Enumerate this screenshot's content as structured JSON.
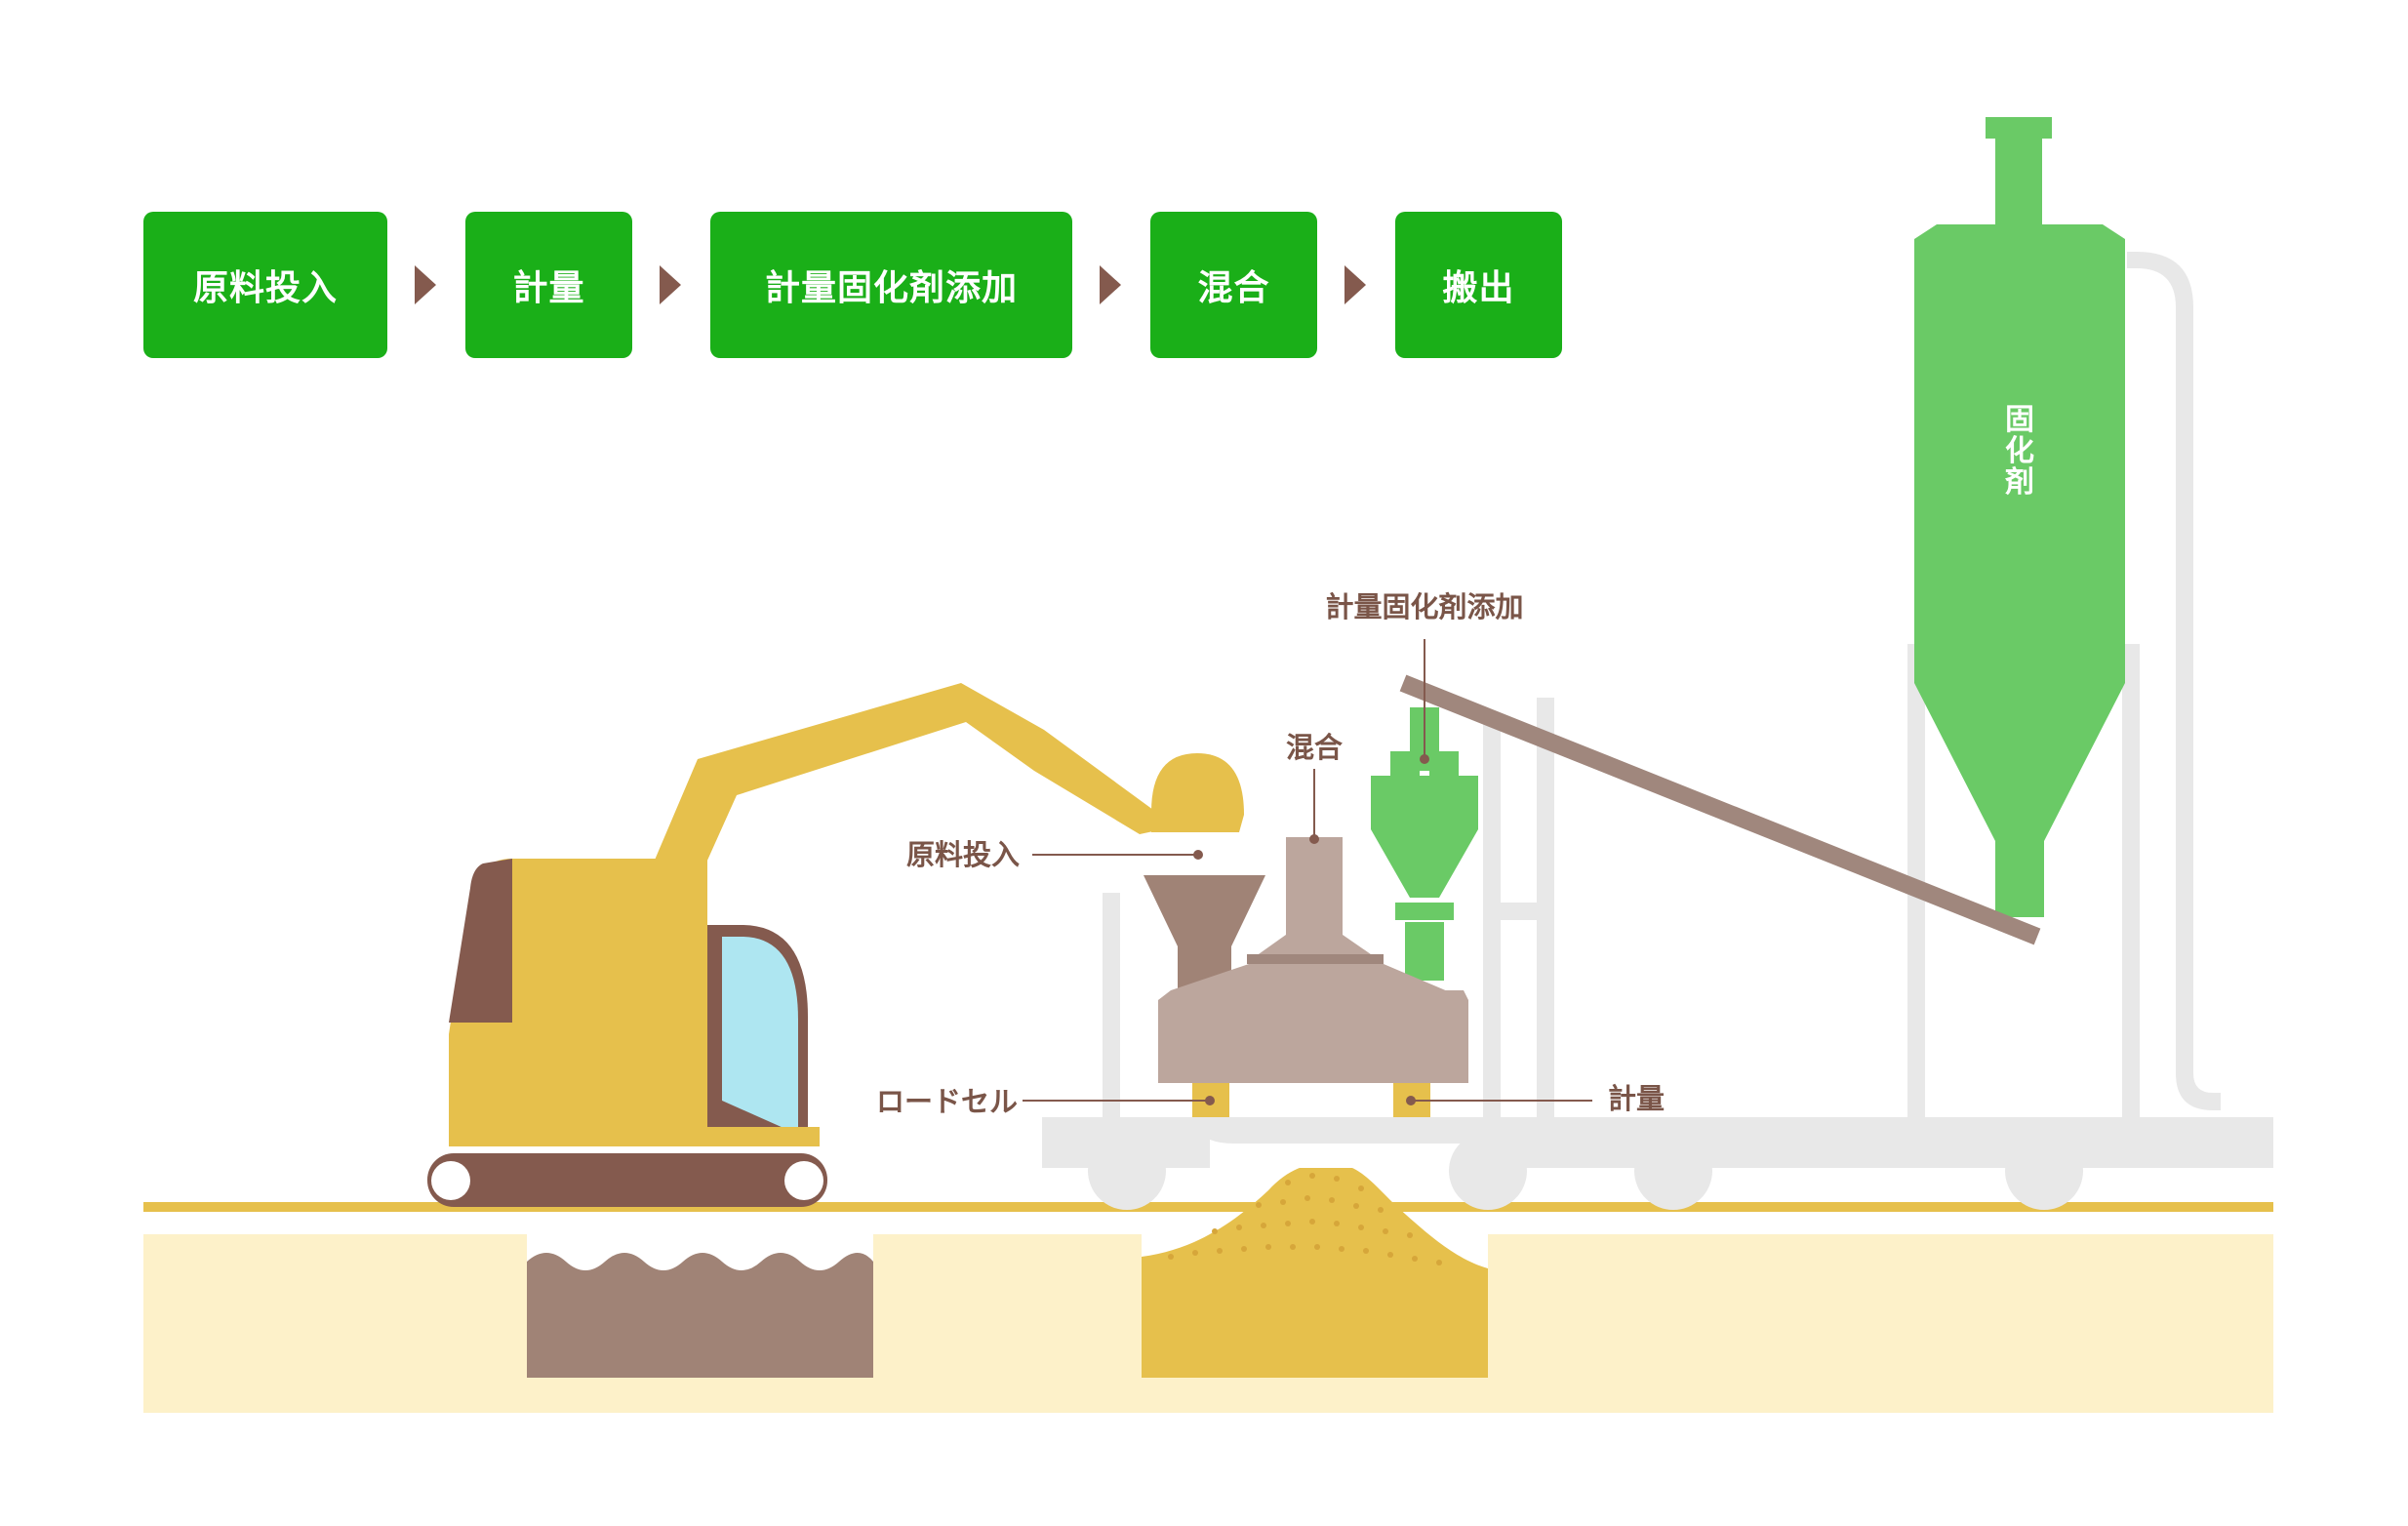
{
  "flow": {
    "steps": [
      {
        "label": "原料投入"
      },
      {
        "label": "計量"
      },
      {
        "label": "計量固化剤添加"
      },
      {
        "label": "混合"
      },
      {
        "label": "搬出"
      }
    ]
  },
  "callouts": {
    "dosing": "計量固化剤添加",
    "mixing": "混合",
    "feed": "原料投入",
    "loadcell": "ロードセル",
    "weighing": "計量"
  },
  "silo": {
    "label_chars": [
      "固",
      "化",
      "剤"
    ]
  },
  "colors": {
    "flow_green": "#1aaf18",
    "silo_green": "#6aca66",
    "excavator_yellow": "#e6c04c",
    "brown": "#845a4e",
    "machine_taupe": "#bca69d",
    "ground": "#fdf1c9",
    "frame_gray": "#e8e8e8"
  },
  "icons": {
    "flow_arrow": "triangle-right-icon"
  }
}
